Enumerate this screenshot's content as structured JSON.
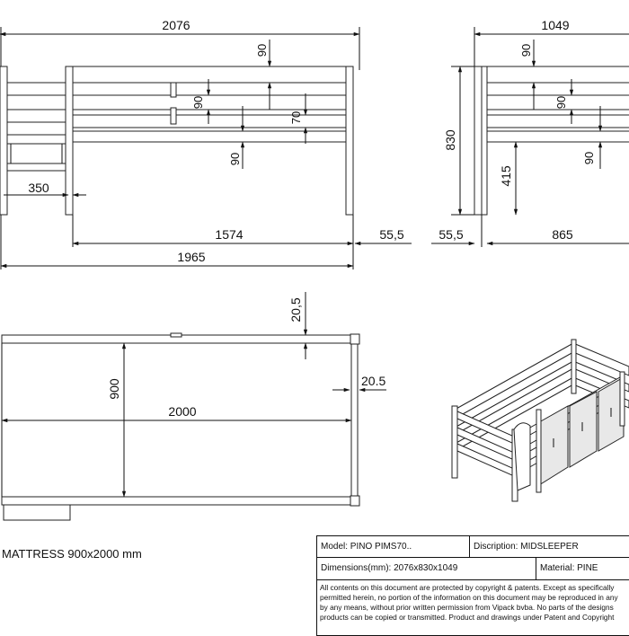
{
  "dimensions": {
    "front_overall_width": "2076",
    "front_rail_spacing_top": "90",
    "front_rail_spacing_mid": "90",
    "front_rail_spacing_70": "70",
    "front_rail_spacing_low": "90",
    "front_ladder_offset": "350",
    "front_rail_length": "1574",
    "front_post_offset": "55,5",
    "front_inner_length": "1965",
    "side_overall_width": "1049",
    "side_rail_spacing_top": "90",
    "side_rail_spacing_mid": "90",
    "side_rail_spacing_low": "90",
    "side_height": "830",
    "side_deck_height": "415",
    "side_post_offset": "55,5",
    "side_inner_width": "865",
    "top_edge_offset": "20,5",
    "top_inner_width": "900",
    "top_inner_length": "2000",
    "top_side_offset": "20.5"
  },
  "mattress_note": "MATTRESS 900x2000 mm",
  "title_block": {
    "model": "Model: PINO PIMS70..",
    "description": "Discription: MIDSLEEPER",
    "dimensions": "Dimensions(mm): 2076x830x1049",
    "material": "Material: PINE",
    "notice": "All contents on this document are protected by copyright & patents. Except as specifically\npermitted herein, no portion of the information on this document may be reproduced in any\nby any means, without prior written permission from Vipack bvba. No parts of the designs\nproducts can be copied or transmitted. Product and drawings under Patent and Copyright"
  }
}
